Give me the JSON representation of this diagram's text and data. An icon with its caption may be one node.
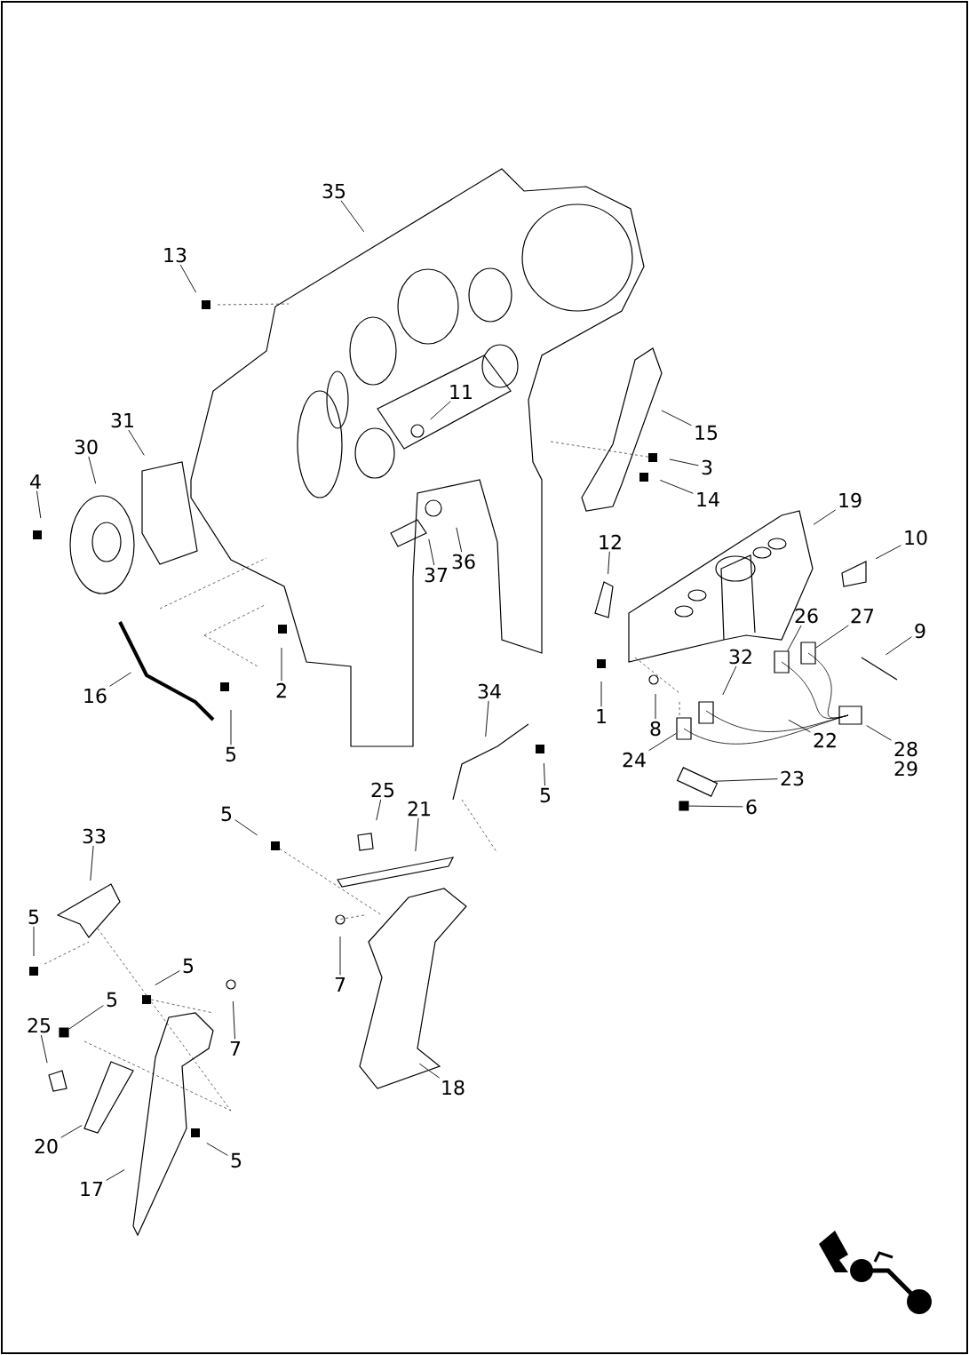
{
  "diagram": {
    "nodes": [
      {
        "text": [
          "35"
        ]
      },
      {
        "text": [
          "13"
        ]
      },
      {
        "text": [
          "11"
        ]
      },
      {
        "text": [
          "31"
        ]
      },
      {
        "text": [
          "30"
        ]
      },
      {
        "text": [
          "4"
        ]
      },
      {
        "text": [
          "15"
        ]
      },
      {
        "text": [
          "3"
        ]
      },
      {
        "text": [
          "14"
        ]
      },
      {
        "text": [
          "19"
        ]
      },
      {
        "text": [
          "10"
        ]
      },
      {
        "text": [
          "12"
        ]
      },
      {
        "text": [
          "37"
        ]
      },
      {
        "text": [
          "36"
        ]
      },
      {
        "text": [
          "26"
        ]
      },
      {
        "text": [
          "27"
        ]
      },
      {
        "text": [
          "9"
        ]
      },
      {
        "text": [
          "32"
        ]
      },
      {
        "text": [
          "16"
        ]
      },
      {
        "text": [
          "2"
        ]
      },
      {
        "text": [
          "5"
        ]
      },
      {
        "text": [
          "1"
        ]
      },
      {
        "text": [
          "8"
        ]
      },
      {
        "text": [
          "22"
        ]
      },
      {
        "text": [
          "28"
        ]
      },
      {
        "text": [
          "24"
        ]
      },
      {
        "text": [
          "34"
        ]
      },
      {
        "text": [
          "5"
        ]
      },
      {
        "text": [
          "23"
        ]
      },
      {
        "text": [
          "6"
        ]
      },
      {
        "text": [
          "25"
        ]
      },
      {
        "text": [
          "21"
        ]
      },
      {
        "text": [
          "5"
        ]
      },
      {
        "text": [
          "33"
        ]
      },
      {
        "text": [
          "5"
        ]
      },
      {
        "text": [
          "5"
        ]
      },
      {
        "text": [
          "5"
        ]
      },
      {
        "text": [
          "7"
        ]
      },
      {
        "text": [
          "7"
        ]
      },
      {
        "text": [
          "25"
        ]
      },
      {
        "text": [
          "18"
        ]
      },
      {
        "text": [
          "20"
        ]
      },
      {
        "text": [
          "5"
        ]
      },
      {
        "text": [
          "17"
        ]
      },
      {
        "text": [],
        "shape": "box"
      },
      {
        "text": [],
        "shape": "box"
      },
      {
        "text": [],
        "shape": "box"
      },
      {
        "text": [],
        "shape": "box"
      },
      {
        "text": [],
        "shape": "box"
      },
      {
        "text": [],
        "shape": "box"
      },
      {
        "text": [],
        "shape": "picture"
      }
    ],
    "edges": [
      {
        "from": 0,
        "to": null,
        "arrow": "none"
      },
      {
        "from": 1,
        "to": null,
        "arrow": "none"
      },
      {
        "from": 2,
        "to": null,
        "arrow": "none"
      },
      {
        "from": 3,
        "to": null,
        "arrow": "none"
      },
      {
        "from": 4,
        "to": null,
        "arrow": "none"
      },
      {
        "from": 5,
        "to": null,
        "arrow": "none"
      },
      {
        "from": 6,
        "to": null,
        "arrow": "none"
      },
      {
        "from": 7,
        "to": null,
        "arrow": "none"
      },
      {
        "from": 8,
        "to": null,
        "arrow": "none"
      },
      {
        "from": 9,
        "to": 50,
        "arrow": "none"
      },
      {
        "from": 10,
        "to": null,
        "arrow": "none"
      },
      {
        "from": 11,
        "to": null,
        "arrow": "none"
      },
      {
        "from": 12,
        "to": null,
        "arrow": "none"
      },
      {
        "from": 13,
        "to": null,
        "arrow": "none"
      },
      {
        "from": 14,
        "to": 46,
        "arrow": "none"
      },
      {
        "from": 15,
        "to": 47,
        "arrow": "none"
      },
      {
        "from": 16,
        "to": null,
        "arrow": "none"
      },
      {
        "from": 17,
        "to": null,
        "arrow": "none"
      },
      {
        "from": 18,
        "to": null,
        "arrow": "none"
      },
      {
        "from": 19,
        "to": null,
        "arrow": "none"
      },
      {
        "from": 20,
        "to": null,
        "arrow": "none"
      },
      {
        "from": 21,
        "to": null,
        "arrow": "none"
      },
      {
        "from": 22,
        "to": null,
        "arrow": "none"
      },
      {
        "from": 23,
        "to": null,
        "arrow": "none"
      },
      {
        "from": 24,
        "to": null,
        "arrow": "none"
      },
      {
        "from": 25,
        "to": 45,
        "arrow": "none"
      },
      {
        "from": 26,
        "to": null,
        "arrow": "none"
      },
      {
        "from": 27,
        "to": null,
        "arrow": "none"
      },
      {
        "from": 28,
        "to": 48,
        "arrow": "none"
      },
      {
        "from": 29,
        "to": 49,
        "arrow": "none"
      },
      {
        "from": 30,
        "to": null,
        "arrow": "none"
      },
      {
        "from": 31,
        "to": null,
        "arrow": "none"
      },
      {
        "from": 32,
        "to": null,
        "arrow": "none"
      },
      {
        "from": 33,
        "to": null,
        "arrow": "none"
      },
      {
        "from": 34,
        "to": null,
        "arrow": "none"
      },
      {
        "from": 35,
        "to": null,
        "arrow": "none"
      },
      {
        "from": 36,
        "to": 44,
        "arrow": "none"
      },
      {
        "from": 37,
        "to": null,
        "arrow": "none"
      },
      {
        "from": 38,
        "to": null,
        "arrow": "none"
      },
      {
        "from": 39,
        "to": null,
        "arrow": "none"
      },
      {
        "from": 40,
        "to": null,
        "arrow": "none"
      },
      {
        "from": 41,
        "to": null,
        "arrow": "none"
      },
      {
        "from": 42,
        "to": null,
        "arrow": "none"
      },
      {
        "from": 43,
        "to": null,
        "arrow": "none"
      }
    ],
    "labels": [
      "29"
    ]
  }
}
